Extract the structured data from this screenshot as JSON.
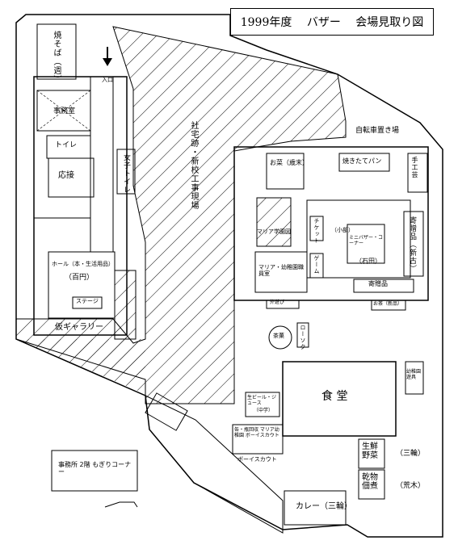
{
  "title": "1999年度　 バザー　 会場見取り図",
  "rooms": {
    "yakisoba": "焼そば（週）",
    "office": "事務室",
    "toilet": "トイレ",
    "reception": "応接",
    "womens_toilet": "女子トイレ",
    "entrance": "入口",
    "hall": "ホール（本・生活用品）",
    "hall_sub": "（百円）",
    "stage": "ステージ",
    "gallery": "仮ギャラリー",
    "church_lot": "社宅跡・新校工事現場",
    "bicycle": "自転車置き場",
    "bakery": "焼きたてパン",
    "kitchen": "お菜（歳末）",
    "crafts": "手工芸",
    "lounge": "（小部）",
    "antiques": "ミニバザー・コーナー",
    "antiques_sub": "（石田）",
    "donation": "寄贈品（新古）",
    "donated_goods": "寄贈品",
    "mission": "マリア学園図",
    "mission_room": "マリア・幼稚園職員室",
    "ticket": "チケット",
    "game": "ゲーム",
    "shop": "お茶（新品）",
    "garden": "外遊び",
    "tea": "茶菓",
    "cafeteria": "食 堂",
    "juice": "生ビール・ジュース",
    "juice_sub": "（中学）",
    "scout": "ボーイスカウト",
    "scout_booth": "缶・瓶回収 マリア幼稚園 ボーイスカウト",
    "vegetables": "生鮮野菜",
    "dried": "乾物佃煮",
    "sanwa": "（三輪）",
    "araki": "（荒木）",
    "curry": "カレー（三輪）",
    "kindergarten": "幼稚園遊具",
    "kyoto_office": "事務所 2階 もぎりコーナー",
    "station": "ローソク"
  },
  "arrow": "down-arrow"
}
